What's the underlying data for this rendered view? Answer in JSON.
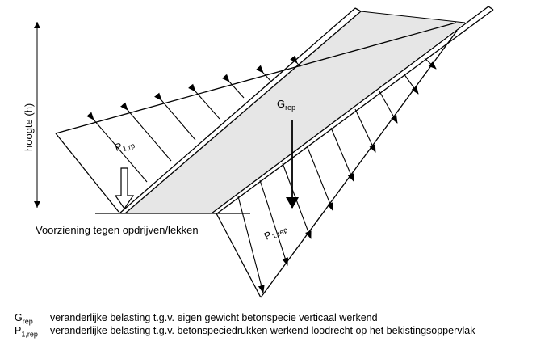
{
  "diagram": {
    "height_label": "hoogte (h)",
    "caption": "Voorziening tegen opdrijven/lekken",
    "g_rep": {
      "base": "G",
      "sub": "rep"
    },
    "p1_rp": {
      "base": "P",
      "sub": "1,rp"
    },
    "p1_rep": {
      "base": "P",
      "sub": "1,rep"
    }
  },
  "legend": [
    {
      "symbol_base": "G",
      "symbol_sub": "rep",
      "description": "veranderlijke belasting t.g.v. eigen gewicht betonspecie verticaal werkend"
    },
    {
      "symbol_base": "P",
      "symbol_sub": "1,rep",
      "description": "veranderlijke belasting t.g.v. betonspeciedrukken werkend loodrecht op het bekistingsoppervlak"
    }
  ],
  "colors": {
    "concrete_fill": "#e6e6e6",
    "line": "#000000"
  }
}
